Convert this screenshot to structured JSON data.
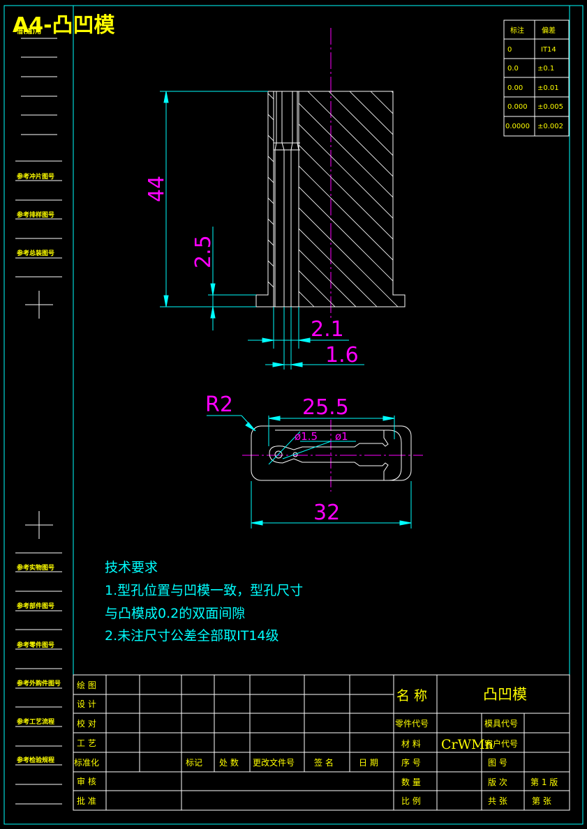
{
  "sheet": {
    "title": "A4-凸凹模",
    "title_color": "#ffff00"
  },
  "colors": {
    "background": "#000000",
    "frame": "#00ffff",
    "outline": "#ffffff",
    "dimension": "#ff00ff",
    "centerline": "#ff00ff"
  },
  "left_strip": {
    "top_label": "借(通)用",
    "labels": [
      "参考冲片图号",
      "参考排样图号",
      "参考总装图号",
      "参考实物图号",
      "参考部件图号",
      "参考零件图号",
      "参考外购件图号",
      "参考工艺流程",
      "参考检验规程"
    ]
  },
  "tolerance_table": {
    "headers": [
      "标注",
      "偏差"
    ],
    "rows": [
      [
        "0",
        "IT14"
      ],
      [
        "0.0",
        "±0.1"
      ],
      [
        "0.00",
        "±0.01"
      ],
      [
        "0.000",
        "±0.005"
      ],
      [
        "0.0000",
        "±0.002"
      ]
    ]
  },
  "dimensions": {
    "height": "44",
    "step": "2.5",
    "width_a": "2.1",
    "width_b": "1.6",
    "radius": "R2",
    "inner_length": "25.5",
    "outer_length": "32",
    "hole_a": "ø1.5",
    "hole_b": "ø1"
  },
  "notes": {
    "title": "技术要求",
    "lines": [
      "1.型孔位置与凹模一致，型孔尺寸",
      "与凸模成0.2的双面间隙",
      "2.未注尺寸公差全部取IT14级"
    ]
  },
  "title_block": {
    "row_labels": [
      "绘 图",
      "设 计",
      "校 对",
      "工 艺",
      "标准化",
      "审 核",
      "批 准"
    ],
    "change_headers": [
      "标记",
      "处 数",
      "更改文件号",
      "签 名",
      "日 期"
    ],
    "name_label": "名 称",
    "part_name": "凸凹模",
    "part_code_label": "零件代号",
    "mold_code_label": "模具代号",
    "material_label": "材 料",
    "material": "CrWMn",
    "customer_code_label": "客户代号",
    "seq_label": "序 号",
    "drawing_no_label": "图 号",
    "qty_label": "数 量",
    "version_label": "版 次",
    "version_value": "第 1 版",
    "scale_label": "比 例",
    "total_sheets_label": "共 张",
    "sheet_no_label": "第 张"
  }
}
